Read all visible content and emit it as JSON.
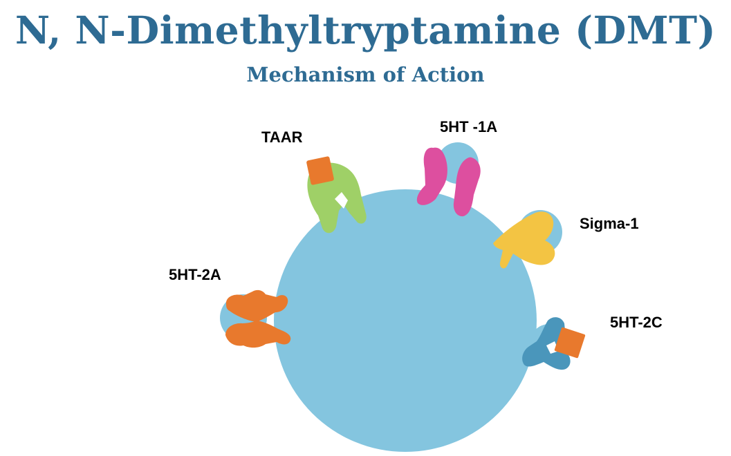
{
  "title": "N, N-Dimethyltryptamine (DMT)",
  "subtitle": "Mechanism of Action",
  "colors": {
    "heading": "#2e6b93",
    "cell": "#84c5df",
    "orange": "#e8792d",
    "green": "#9fd067",
    "pink": "#dd4f9f",
    "yellow": "#f3c443",
    "teal": "#4a96bb"
  },
  "receptors": {
    "taar": "TAAR",
    "ht1a": "5HT -1A",
    "sigma1": "Sigma-1",
    "ht2a": "5HT-2A",
    "ht2c": "5HT-2C"
  }
}
